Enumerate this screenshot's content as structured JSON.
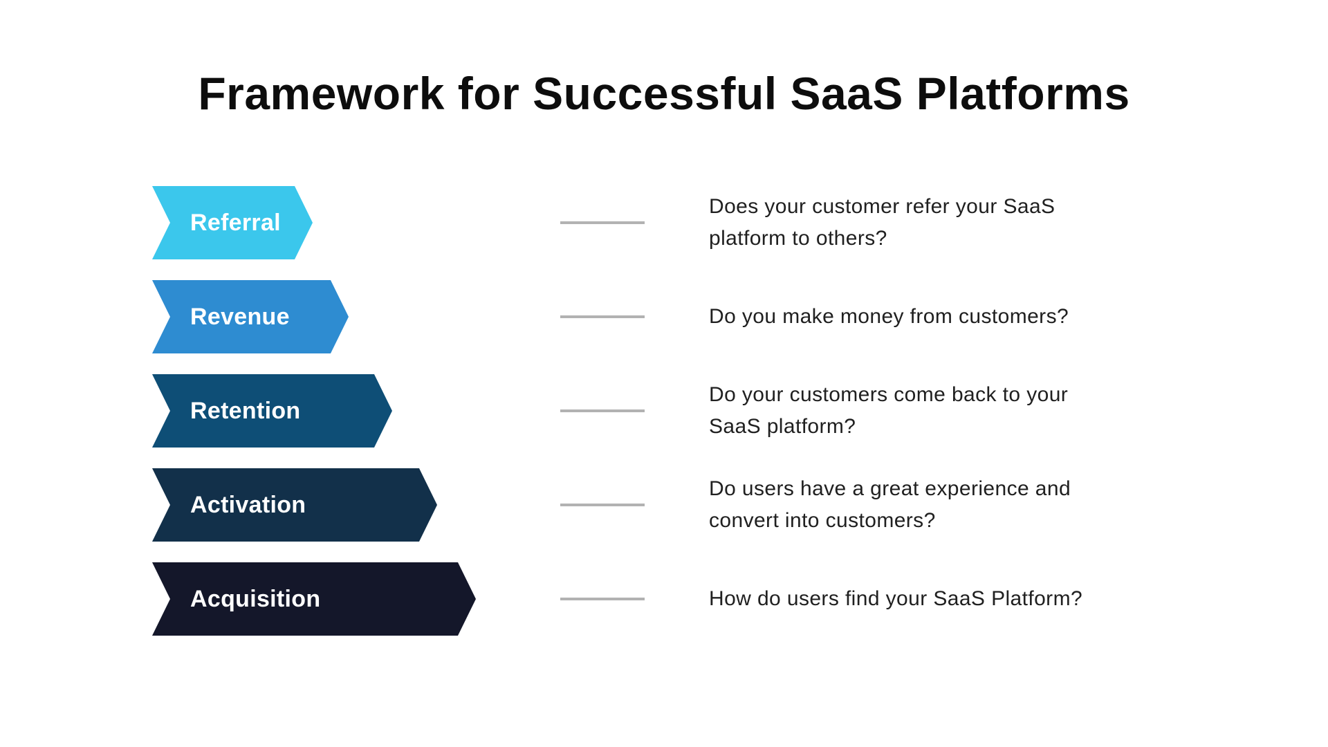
{
  "title": "Framework for Successful SaaS Platforms",
  "steps": [
    {
      "label": "Referral",
      "description": "Does your customer refer your SaaS\nplatform to others?",
      "color": "#3BC7EC",
      "arrow_width": 232
    },
    {
      "label": "Revenue",
      "description": "Do you make money from customers?",
      "color": "#2E8CD1",
      "arrow_width": 284
    },
    {
      "label": "Retention",
      "description": "Do your customers come back to your\nSaaS platform?",
      "color": "#0E4E76",
      "arrow_width": 347
    },
    {
      "label": "Activation",
      "description": "Do users have a great experience and\nconvert into customers?",
      "color": "#12304A",
      "arrow_width": 412
    },
    {
      "label": "Acquisition",
      "description": "How do users find your SaaS Platform?",
      "color": "#14172A",
      "arrow_width": 468
    }
  ],
  "colors": {
    "background": "#FFFFFF",
    "title": "#0D0D0D",
    "stage_label": "#FFFFFF",
    "description": "#202020",
    "connector": "#B2B2B2"
  }
}
